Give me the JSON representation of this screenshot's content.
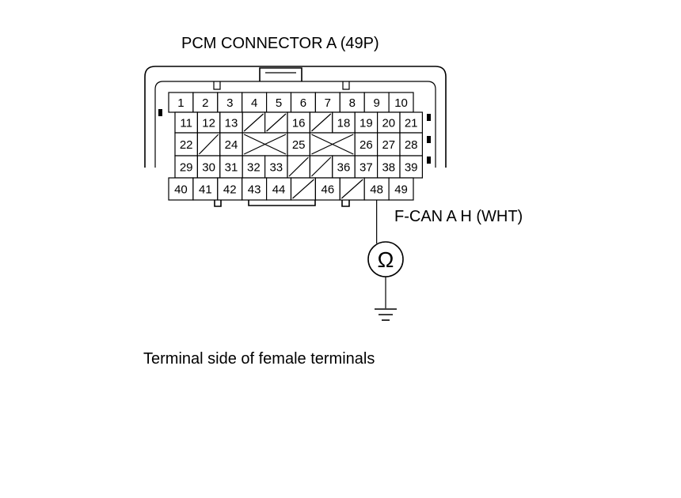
{
  "title": "PCM CONNECTOR A (49P)",
  "wire_label": "F-CAN A H (WHT)",
  "meter_symbol": "Ω",
  "caption": "Terminal side of female terminals",
  "rows": [
    {
      "cells": [
        {
          "t": "pin",
          "label": "1"
        },
        {
          "t": "pin",
          "label": "2"
        },
        {
          "t": "pin",
          "label": "3"
        },
        {
          "t": "pin",
          "label": "4"
        },
        {
          "t": "pin",
          "label": "5"
        },
        {
          "t": "pin",
          "label": "6"
        },
        {
          "t": "pin",
          "label": "7"
        },
        {
          "t": "pin",
          "label": "8"
        },
        {
          "t": "pin",
          "label": "9"
        },
        {
          "t": "pin",
          "label": "10"
        }
      ]
    },
    {
      "cells": [
        {
          "t": "pin",
          "label": "11"
        },
        {
          "t": "pin",
          "label": "12"
        },
        {
          "t": "pin",
          "label": "13"
        },
        {
          "t": "slash"
        },
        {
          "t": "slash"
        },
        {
          "t": "pin",
          "label": "16"
        },
        {
          "t": "slash"
        },
        {
          "t": "pin",
          "label": "18"
        },
        {
          "t": "pin",
          "label": "19"
        },
        {
          "t": "pin",
          "label": "20"
        },
        {
          "t": "pin",
          "label": "21"
        }
      ]
    },
    {
      "cells": [
        {
          "t": "pin",
          "label": "22"
        },
        {
          "t": "slash"
        },
        {
          "t": "pin",
          "label": "24"
        },
        {
          "t": "cross",
          "span": 2
        },
        {
          "t": "pin",
          "label": "25"
        },
        {
          "t": "cross",
          "span": 2
        },
        {
          "t": "pin",
          "label": "26"
        },
        {
          "t": "pin",
          "label": "27"
        },
        {
          "t": "pin",
          "label": "28"
        }
      ]
    },
    {
      "cells": [
        {
          "t": "pin",
          "label": "29"
        },
        {
          "t": "pin",
          "label": "30"
        },
        {
          "t": "pin",
          "label": "31"
        },
        {
          "t": "pin",
          "label": "32"
        },
        {
          "t": "pin",
          "label": "33"
        },
        {
          "t": "slash"
        },
        {
          "t": "slash"
        },
        {
          "t": "pin",
          "label": "36"
        },
        {
          "t": "pin",
          "label": "37"
        },
        {
          "t": "pin",
          "label": "38"
        },
        {
          "t": "pin",
          "label": "39"
        }
      ]
    },
    {
      "cells": [
        {
          "t": "pin",
          "label": "40"
        },
        {
          "t": "pin",
          "label": "41"
        },
        {
          "t": "pin",
          "label": "42"
        },
        {
          "t": "pin",
          "label": "43"
        },
        {
          "t": "pin",
          "label": "44"
        },
        {
          "t": "slash"
        },
        {
          "t": "pin",
          "label": "46"
        },
        {
          "t": "slash"
        },
        {
          "t": "pin",
          "label": "48"
        },
        {
          "t": "pin",
          "label": "49"
        }
      ]
    }
  ],
  "probe_terminal": "48"
}
